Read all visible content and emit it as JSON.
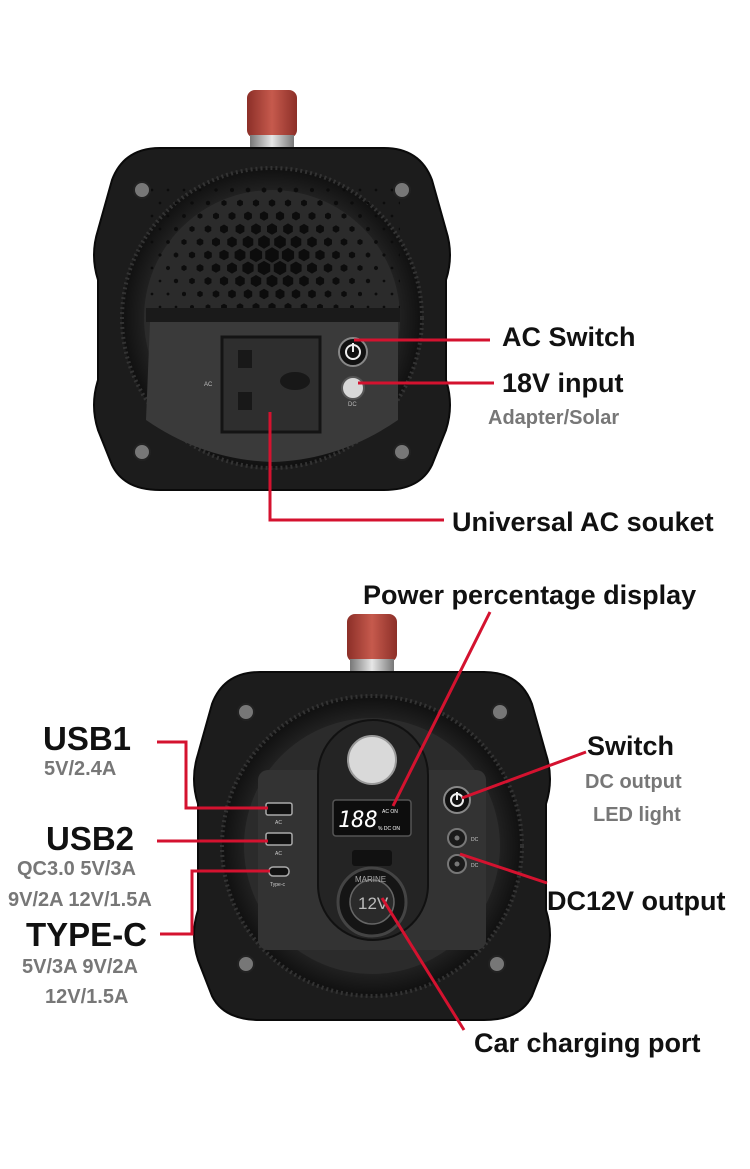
{
  "colors": {
    "callout": "#d4122f",
    "body": "#1b1b1b",
    "bumper": "#2a2a2a",
    "panel": "#3a3a3a",
    "handle": "#b5483d",
    "label_dark": "#111111",
    "label_grey": "#777777",
    "lcd": "#ffffff"
  },
  "top_unit": {
    "panel_labels": {
      "ac": "AC",
      "dc": "DC"
    },
    "callouts": {
      "ac_switch": "AC Switch",
      "input": "18V input",
      "input_sub": "Adapter/Solar",
      "socket": "Universal AC souket"
    }
  },
  "bottom_unit": {
    "panel_labels": {
      "usb1_port": "AC",
      "usb2_port": "AC",
      "typec_port": "Type-c",
      "lcd_digits": "188",
      "lcd_ac_on": "AC ON",
      "lcd_dc_on": "% DC ON",
      "dc1": "DC",
      "dc2": "DC",
      "socket_ring": "MARINE",
      "socket_volt": "12V"
    },
    "callouts": {
      "display": "Power percentage display",
      "usb1": "USB1",
      "usb1_sub": "5V/2.4A",
      "usb2": "USB2",
      "usb2_sub1": "QC3.0 5V/3A",
      "usb2_sub2": "9V/2A 12V/1.5A",
      "typec": "TYPE-C",
      "typec_sub1": "5V/3A 9V/2A",
      "typec_sub2": "12V/1.5A",
      "switch": "Switch",
      "switch_sub1": "DC output",
      "switch_sub2": "LED light",
      "dc_out": "DC12V output",
      "car": "Car charging port"
    }
  }
}
